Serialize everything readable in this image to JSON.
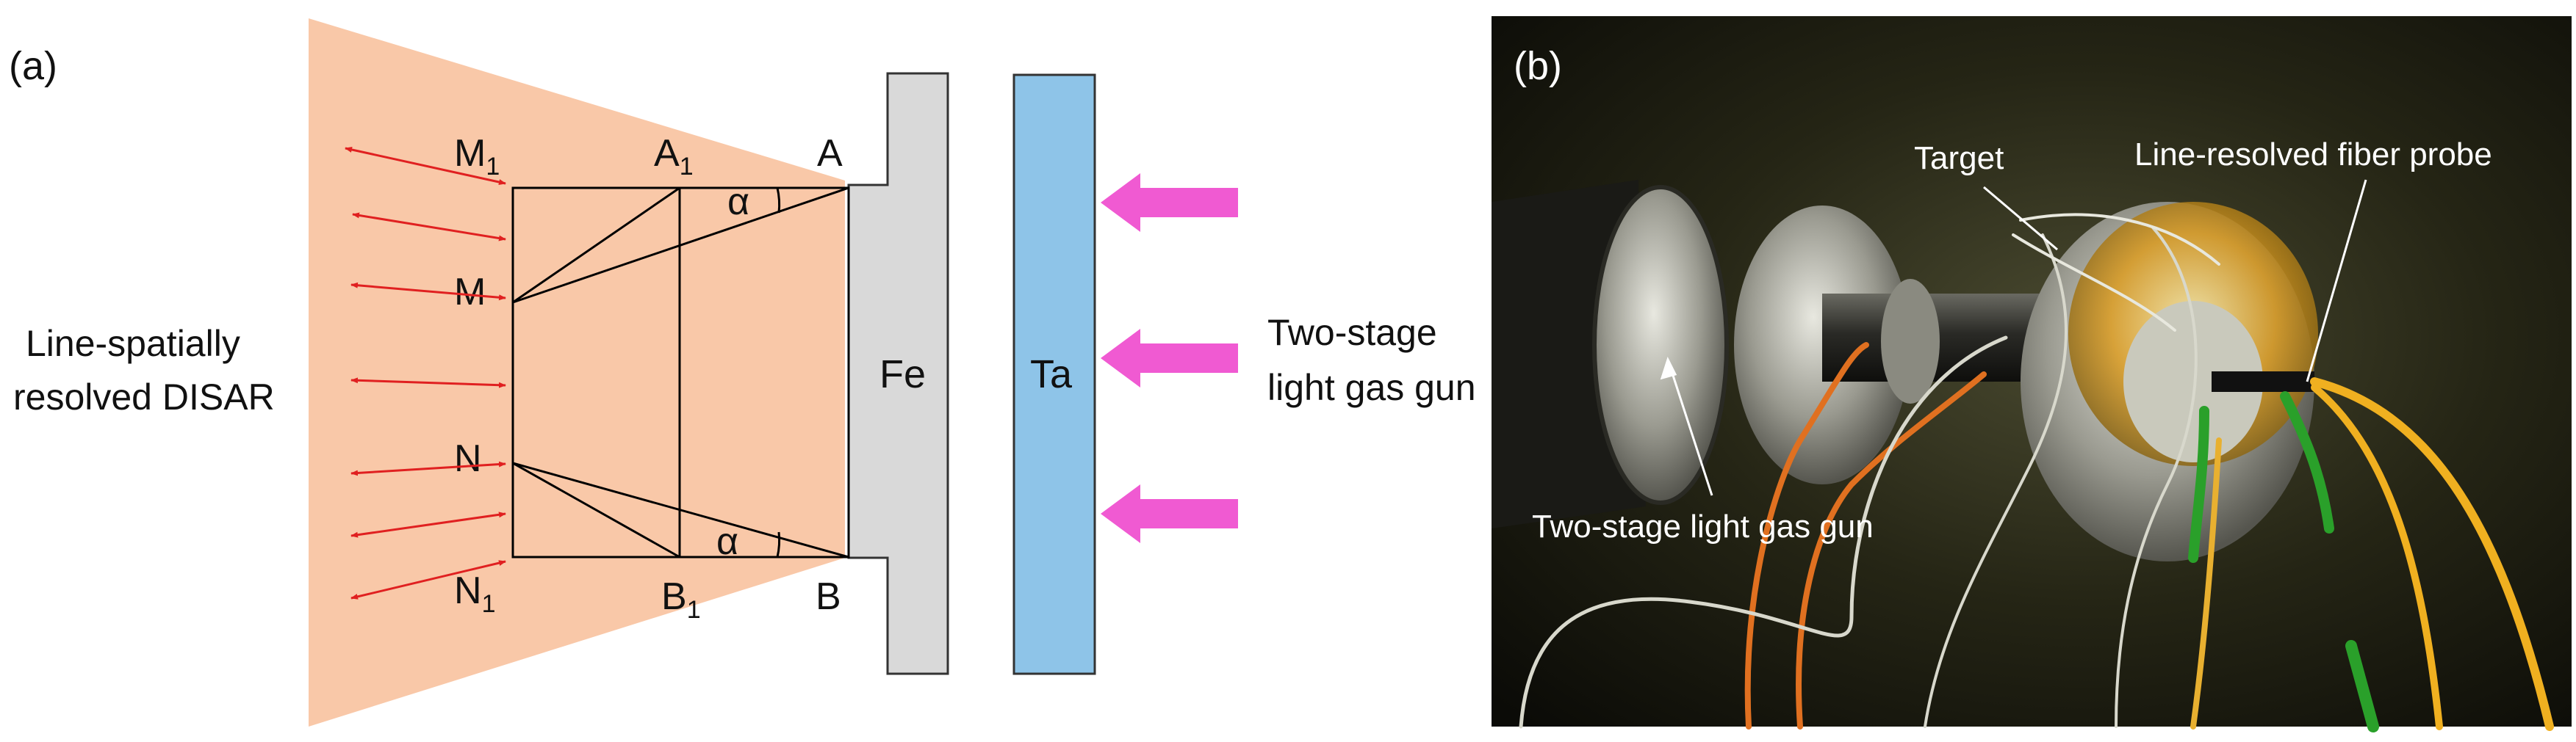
{
  "panel_a": {
    "label": "(a)",
    "left_label_line1": "Line-spatially",
    "left_label_line2": "resolved DISAR",
    "points": {
      "M1_base": "M",
      "M1_sub": "1",
      "A1_base": "A",
      "A1_sub": "1",
      "A": "A",
      "M": "M",
      "N": "N",
      "N1_base": "N",
      "N1_sub": "1",
      "B1_base": "B",
      "B1_sub": "1",
      "B": "B"
    },
    "alpha": "α",
    "fe_label": "Fe",
    "ta_label": "Ta",
    "gun_line1": "Two-stage",
    "gun_line2": "light gas gun",
    "colors": {
      "beam": "#f9c8a8",
      "fe": "#d9d9d9",
      "ta": "#8ec4e8",
      "arrow_red": "#e02020",
      "arrow_pink": "#f05ad2"
    }
  },
  "panel_b": {
    "label": "(b)",
    "target": "Target",
    "probe": "Line-resolved fiber probe",
    "gun": "Two-stage light gas gun"
  }
}
